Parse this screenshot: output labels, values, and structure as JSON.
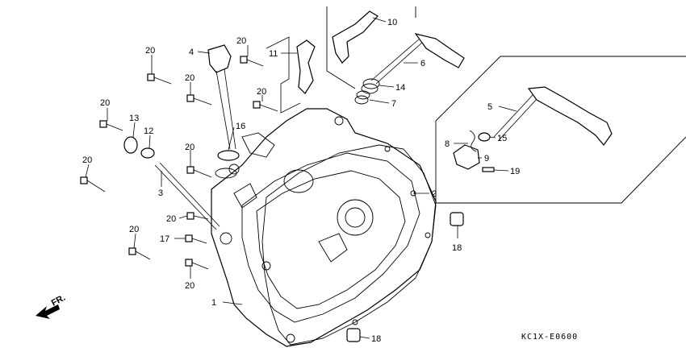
{
  "diagram": {
    "code": "KC1X-E0600",
    "direction_label": "FR.",
    "callouts": [
      {
        "id": "c1",
        "text": "1"
      },
      {
        "id": "c2",
        "text": "2"
      },
      {
        "id": "c3",
        "text": "3"
      },
      {
        "id": "c4",
        "text": "4"
      },
      {
        "id": "c5",
        "text": "5"
      },
      {
        "id": "c6",
        "text": "6"
      },
      {
        "id": "c7",
        "text": "7"
      },
      {
        "id": "c8",
        "text": "8"
      },
      {
        "id": "c9",
        "text": "9"
      },
      {
        "id": "c10",
        "text": "10"
      },
      {
        "id": "c11",
        "text": "11"
      },
      {
        "id": "c12",
        "text": "12"
      },
      {
        "id": "c13",
        "text": "13"
      },
      {
        "id": "c14",
        "text": "14"
      },
      {
        "id": "c15",
        "text": "15"
      },
      {
        "id": "c16",
        "text": "16"
      },
      {
        "id": "c17",
        "text": "17"
      },
      {
        "id": "c18a",
        "text": "18"
      },
      {
        "id": "c18b",
        "text": "18"
      },
      {
        "id": "c19",
        "text": "19"
      },
      {
        "id": "c20a",
        "text": "20"
      },
      {
        "id": "c20b",
        "text": "20"
      },
      {
        "id": "c20c",
        "text": "20"
      },
      {
        "id": "c20d",
        "text": "20"
      },
      {
        "id": "c20e",
        "text": "20"
      },
      {
        "id": "c20f",
        "text": "20"
      },
      {
        "id": "c20g",
        "text": "20"
      },
      {
        "id": "c20h",
        "text": "20"
      },
      {
        "id": "c20i",
        "text": "20"
      },
      {
        "id": "c20j",
        "text": "20"
      }
    ]
  }
}
